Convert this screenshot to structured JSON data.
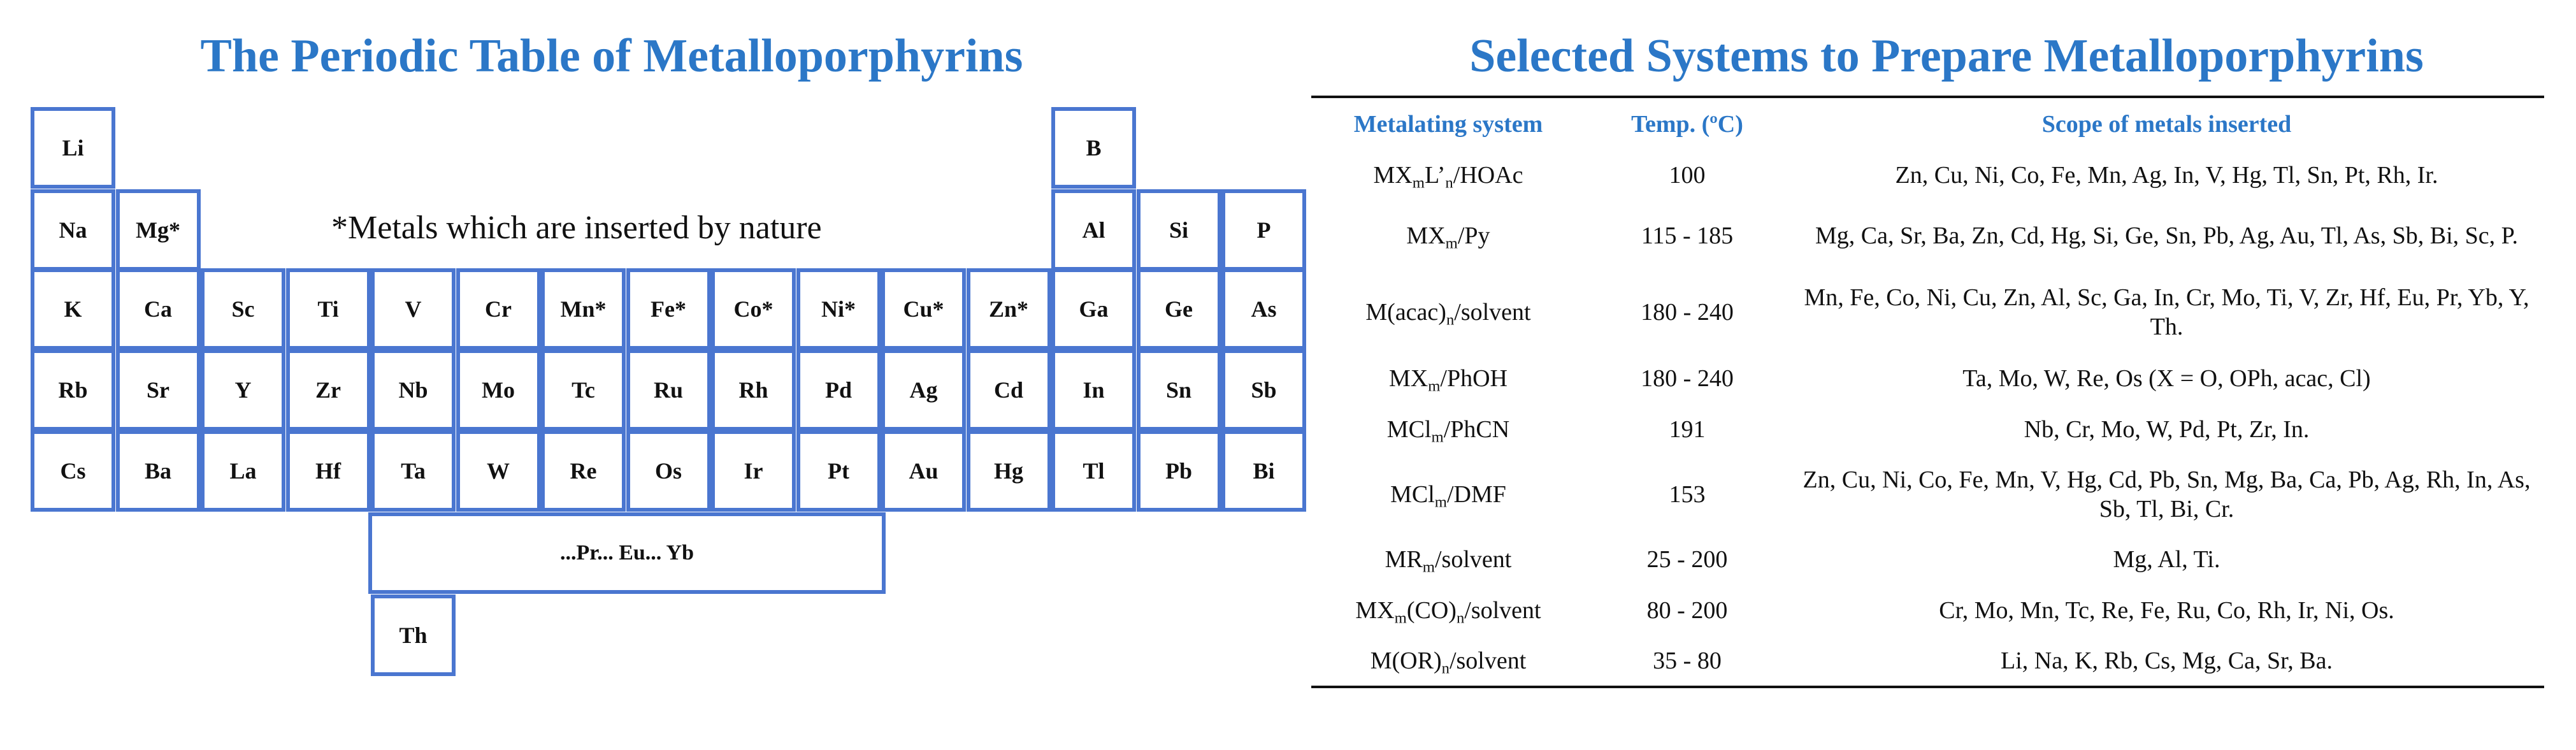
{
  "left": {
    "title": "The Periodic Table of Metalloporphyrins",
    "note": "*Metals which are inserted by nature",
    "elements": [
      {
        "symbol": "Li",
        "row": 0,
        "col": 0
      },
      {
        "symbol": "B",
        "row": 0,
        "col": 12
      },
      {
        "symbol": "Na",
        "row": 1,
        "col": 0
      },
      {
        "symbol": "Mg*",
        "row": 1,
        "col": 1
      },
      {
        "symbol": "Al",
        "row": 1,
        "col": 12
      },
      {
        "symbol": "Si",
        "row": 1,
        "col": 13
      },
      {
        "symbol": "P",
        "row": 1,
        "col": 14
      },
      {
        "symbol": "K",
        "row": 2,
        "col": 0
      },
      {
        "symbol": "Ca",
        "row": 2,
        "col": 1
      },
      {
        "symbol": "Sc",
        "row": 2,
        "col": 2
      },
      {
        "symbol": "Ti",
        "row": 2,
        "col": 3
      },
      {
        "symbol": "V",
        "row": 2,
        "col": 4
      },
      {
        "symbol": "Cr",
        "row": 2,
        "col": 5
      },
      {
        "symbol": "Mn*",
        "row": 2,
        "col": 6
      },
      {
        "symbol": "Fe*",
        "row": 2,
        "col": 7
      },
      {
        "symbol": "Co*",
        "row": 2,
        "col": 8
      },
      {
        "symbol": "Ni*",
        "row": 2,
        "col": 9
      },
      {
        "symbol": "Cu*",
        "row": 2,
        "col": 10
      },
      {
        "symbol": "Zn*",
        "row": 2,
        "col": 11
      },
      {
        "symbol": "Ga",
        "row": 2,
        "col": 12
      },
      {
        "symbol": "Ge",
        "row": 2,
        "col": 13
      },
      {
        "symbol": "As",
        "row": 2,
        "col": 14
      },
      {
        "symbol": "Rb",
        "row": 3,
        "col": 0
      },
      {
        "symbol": "Sr",
        "row": 3,
        "col": 1
      },
      {
        "symbol": "Y",
        "row": 3,
        "col": 2
      },
      {
        "symbol": "Zr",
        "row": 3,
        "col": 3
      },
      {
        "symbol": "Nb",
        "row": 3,
        "col": 4
      },
      {
        "symbol": "Mo",
        "row": 3,
        "col": 5
      },
      {
        "symbol": "Tc",
        "row": 3,
        "col": 6
      },
      {
        "symbol": "Ru",
        "row": 3,
        "col": 7
      },
      {
        "symbol": "Rh",
        "row": 3,
        "col": 8
      },
      {
        "symbol": "Pd",
        "row": 3,
        "col": 9
      },
      {
        "symbol": "Ag",
        "row": 3,
        "col": 10
      },
      {
        "symbol": "Cd",
        "row": 3,
        "col": 11
      },
      {
        "symbol": "In",
        "row": 3,
        "col": 12
      },
      {
        "symbol": "Sn",
        "row": 3,
        "col": 13
      },
      {
        "symbol": "Sb",
        "row": 3,
        "col": 14
      },
      {
        "symbol": "Cs",
        "row": 4,
        "col": 0
      },
      {
        "symbol": "Ba",
        "row": 4,
        "col": 1
      },
      {
        "symbol": "La",
        "row": 4,
        "col": 2
      },
      {
        "symbol": "Hf",
        "row": 4,
        "col": 3
      },
      {
        "symbol": "Ta",
        "row": 4,
        "col": 4
      },
      {
        "symbol": "W",
        "row": 4,
        "col": 5
      },
      {
        "symbol": "Re",
        "row": 4,
        "col": 6
      },
      {
        "symbol": "Os",
        "row": 4,
        "col": 7
      },
      {
        "symbol": "Ir",
        "row": 4,
        "col": 8
      },
      {
        "symbol": "Pt",
        "row": 4,
        "col": 9
      },
      {
        "symbol": "Au",
        "row": 4,
        "col": 10
      },
      {
        "symbol": "Hg",
        "row": 4,
        "col": 11
      },
      {
        "symbol": "Tl",
        "row": 4,
        "col": 12
      },
      {
        "symbol": "Pb",
        "row": 4,
        "col": 13
      },
      {
        "symbol": "Bi",
        "row": 4,
        "col": 14
      },
      {
        "symbol": "Th",
        "row": 6,
        "col": 4
      }
    ],
    "lanthanides": "...Pr... Eu... Yb"
  },
  "right": {
    "title": "Selected Systems to Prepare Metalloporphyrins",
    "headers": [
      "Metalating system",
      "Temp. (ºC)",
      "Scope of metals inserted"
    ],
    "rows": [
      {
        "system": [
          [
            "MX"
          ],
          [
            "m",
            "sub"
          ],
          [
            "L’"
          ],
          [
            "n",
            "sub"
          ],
          [
            "/HOAc"
          ]
        ],
        "temp": "100",
        "scope": "Zn, Cu, Ni, Co, Fe, Mn, Ag, In, V, Hg, Tl, Sn, Pt, Rh, Ir.",
        "h": 78
      },
      {
        "system": [
          [
            "MX"
          ],
          [
            "m",
            "sub"
          ],
          [
            "/Py"
          ]
        ],
        "temp": "115 - 185",
        "scope": "Mg, Ca, Sr, Ba, Zn, Cd, Hg, Si, Ge, Sn, Pb, Ag, Au, Tl, As, Sb, Bi, Sc, P.",
        "h": 112
      },
      {
        "system": [
          [
            "M(acac)"
          ],
          [
            "n",
            "sub"
          ],
          [
            "/solvent"
          ]
        ],
        "temp": "180 - 240",
        "scope": "Mn, Fe, Co, Ni, Cu, Zn, Al, Sc, Ga, In, Cr, Mo, Ti, V, Zr, Hf, Eu, Pr, Yb, Y, Th.",
        "h": 128
      },
      {
        "system": [
          [
            "MX"
          ],
          [
            "m",
            "sub"
          ],
          [
            "/PhOH"
          ]
        ],
        "temp": "180 - 240",
        "scope": "Ta, Mo, W, Re, Os (X = O, OPh, acac, Cl)",
        "h": 80
      },
      {
        "system": [
          [
            "MCl"
          ],
          [
            "m",
            "sub"
          ],
          [
            "/PhCN"
          ]
        ],
        "temp": "191",
        "scope": "Nb, Cr, Mo, W, Pd, Pt, Zr, In.",
        "h": 80
      },
      {
        "system": [
          [
            "MCl"
          ],
          [
            "m",
            "sub"
          ],
          [
            "/DMF"
          ]
        ],
        "temp": "153",
        "scope": "Zn, Cu, Ni, Co, Fe, Mn, V, Hg, Cd, Pb, Sn, Mg, Ba, Ca, Pb, Ag, Rh, In, As, Sb, Tl, Bi, Cr.",
        "h": 124
      },
      {
        "system": [
          [
            "MR"
          ],
          [
            "m",
            "sub"
          ],
          [
            "/solvent"
          ]
        ],
        "temp": "25 - 200",
        "scope": "Mg, Al, Ti.",
        "h": 80
      },
      {
        "system": [
          [
            "MX"
          ],
          [
            "m",
            "sub"
          ],
          [
            "(CO)"
          ],
          [
            "n",
            "sub"
          ],
          [
            "/solvent"
          ]
        ],
        "temp": "80 - 200",
        "scope": "Cr, Mo, Mn, Tc, Re, Fe, Ru, Co, Rh, Ir, Ni, Os.",
        "h": 80
      },
      {
        "system": [
          [
            "M(OR)"
          ],
          [
            "n",
            "sub"
          ],
          [
            "/solvent"
          ]
        ],
        "temp": "35 - 80",
        "scope": "Li, Na, K, Rb, Cs, Mg, Ca, Sr, Ba.",
        "h": 80
      }
    ]
  },
  "colors": {
    "accent": "#2b77c7",
    "border": "#4a76d0"
  }
}
